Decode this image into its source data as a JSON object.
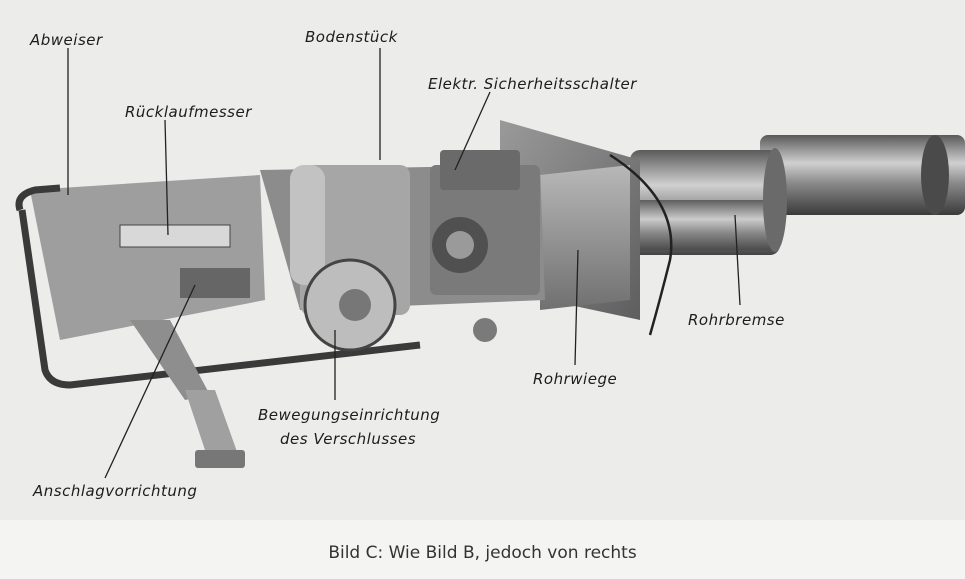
{
  "labels": {
    "abweiser": "Abweiser",
    "bodenstueck": "Bodenstück",
    "ruecklaufmesser": "Rücklaufmesser",
    "sicherheitsschalter": "Elektr. Sicherheitsschalter",
    "rohrbremse": "Rohrbremse",
    "rohrwiege": "Rohrwiege",
    "bewegung_line1": "Bewegungseinrichtung",
    "bewegung_line2": "des Verschlusses",
    "anschlag": "Anschlagvorrichtung"
  },
  "caption": "Bild C: Wie Bild B, jedoch von rechts"
}
